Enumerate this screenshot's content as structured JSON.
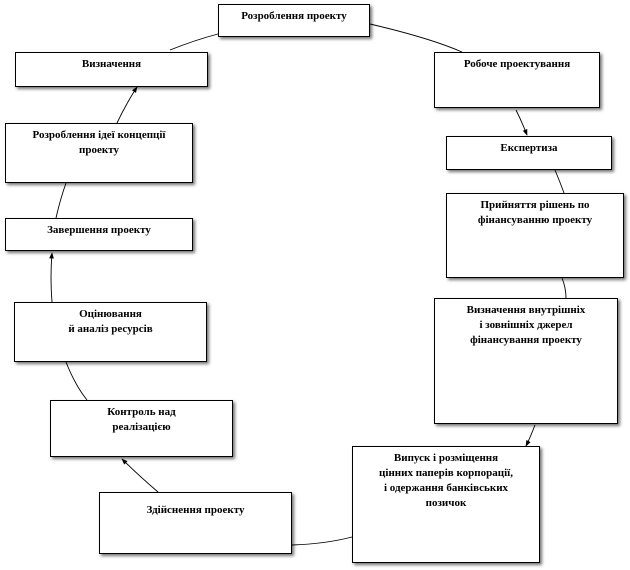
{
  "diagram": {
    "type": "cycle",
    "stages": [
      {
        "id": "s01",
        "label": "Розроблення проекту"
      },
      {
        "id": "s02",
        "label": "Робоче проектування"
      },
      {
        "id": "s03",
        "label": "Експертиза"
      },
      {
        "id": "s04",
        "label": "Прийняття рішень по\nфінансуванню проекту"
      },
      {
        "id": "s05",
        "label": "Визначення внутрішніх\nі зовнішніх джерел\nфінансування проекту"
      },
      {
        "id": "s06",
        "label": "Випуск і розміщення\nцінних паперів корпорації,\nі одержання банківських\nпозичок"
      },
      {
        "id": "s07",
        "label": "Здійснення проекту"
      },
      {
        "id": "s08",
        "label": "Контроль над\nреалізацією"
      },
      {
        "id": "s09",
        "label": "Оцінювання\nй аналіз ресурсів"
      },
      {
        "id": "s10",
        "label": "Завершення проекту"
      },
      {
        "id": "s11",
        "label": "Розроблення ідеї концепції\nпроекту"
      },
      {
        "id": "s12",
        "label": "Визначення"
      }
    ],
    "flow": "clockwise"
  }
}
